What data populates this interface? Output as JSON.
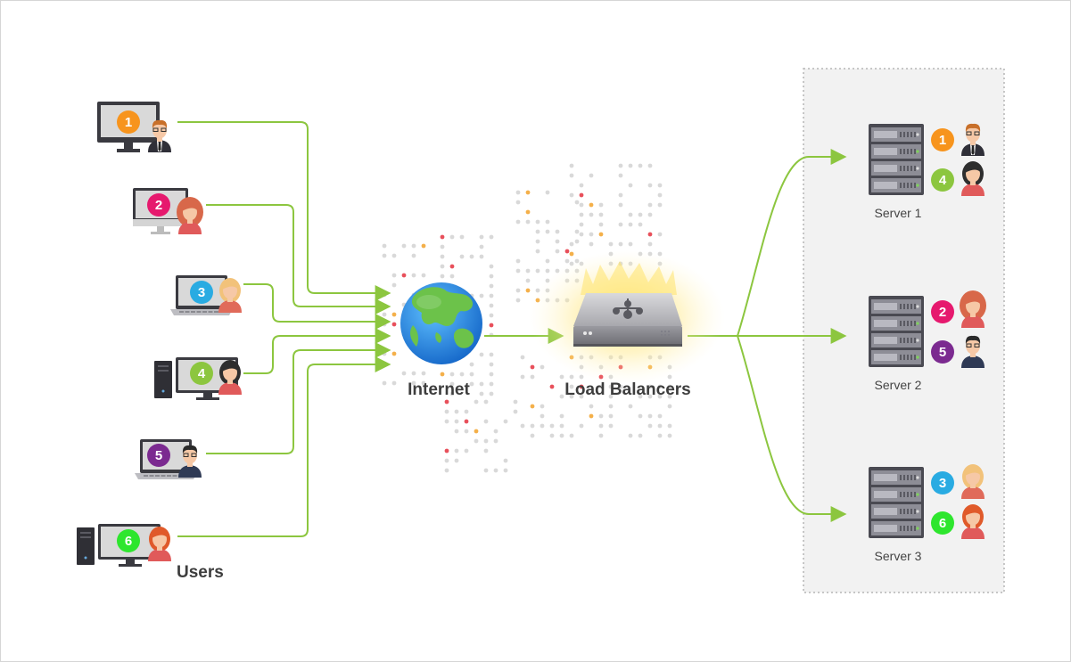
{
  "labels": {
    "users": "Users",
    "internet": "Internet",
    "load_balancers": "Load Balancers"
  },
  "colors": {
    "arrow": "#8cc63f",
    "server_panel": "#f2f2f2",
    "map_dots": "#d9d9d9",
    "map_red": "#e8505b",
    "map_orange": "#f4b04a",
    "glow": "#ffd84d"
  },
  "users": [
    {
      "number": "1",
      "color": "#f7941d",
      "device": "desktop-monitor",
      "avatar": "man-glasses-tie"
    },
    {
      "number": "2",
      "color": "#e6196e",
      "device": "imac",
      "avatar": "woman-curly"
    },
    {
      "number": "3",
      "color": "#29abe2",
      "device": "laptop",
      "avatar": "woman-blonde"
    },
    {
      "number": "4",
      "color": "#8cc63f",
      "device": "tower-desktop",
      "avatar": "woman-dark-hair"
    },
    {
      "number": "5",
      "color": "#7b2a90",
      "device": "laptop",
      "avatar": "man-dark-hair-glasses"
    },
    {
      "number": "6",
      "color": "#2ee62e",
      "device": "tower-desktop",
      "avatar": "woman-red-hair"
    }
  ],
  "servers": [
    {
      "name": "Server 1",
      "users": [
        {
          "number": "1",
          "color": "#f7941d",
          "avatar": "man-glasses-tie"
        },
        {
          "number": "4",
          "color": "#8cc63f",
          "avatar": "woman-dark-hair"
        }
      ]
    },
    {
      "name": "Server 2",
      "users": [
        {
          "number": "2",
          "color": "#e6196e",
          "avatar": "woman-curly"
        },
        {
          "number": "5",
          "color": "#7b2a90",
          "avatar": "man-dark-hair-glasses"
        }
      ]
    },
    {
      "name": "Server 3",
      "users": [
        {
          "number": "3",
          "color": "#29abe2",
          "avatar": "woman-blonde"
        },
        {
          "number": "6",
          "color": "#2ee62e",
          "avatar": "woman-red-hair"
        }
      ]
    }
  ]
}
